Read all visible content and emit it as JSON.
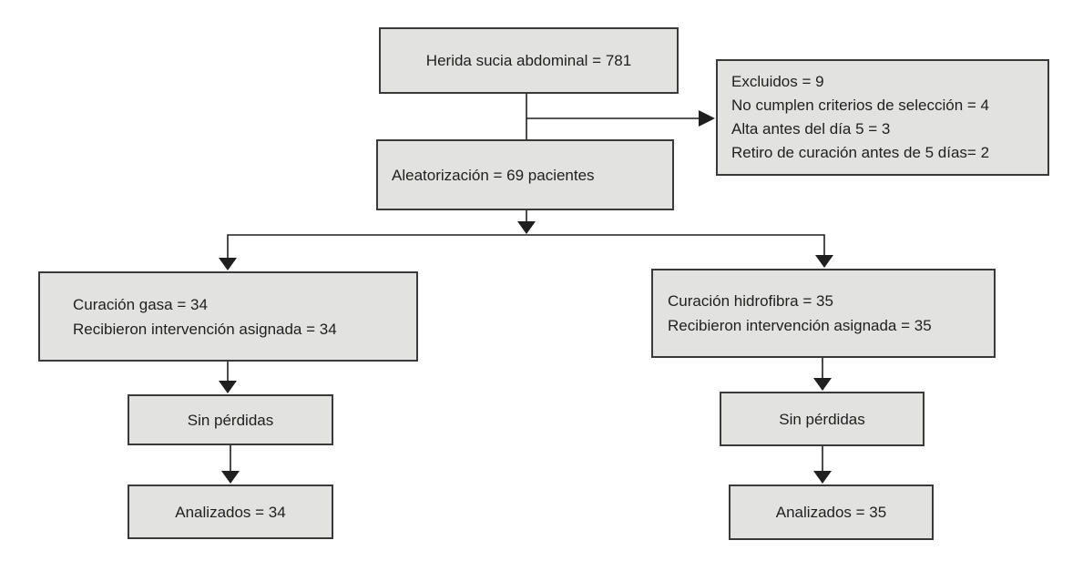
{
  "diagram": {
    "kind": "patient-flow-chart",
    "language": "es",
    "boxes": {
      "top": {
        "text": "Herida sucia abdominal = 781"
      },
      "excluded": {
        "lines": [
          "Excluidos = 9",
          "No cumplen criterios de selección = 4",
          "Alta antes del día 5 = 3",
          "Retiro de curación antes de 5 días= 2"
        ]
      },
      "randomization": {
        "text": "Aleatorización = 69 pacientes"
      },
      "gauze_arm": {
        "lines": [
          "Curación gasa = 34",
          "Recibieron intervención asignada = 34"
        ]
      },
      "hydrofiber_arm": {
        "lines": [
          "Curación hidrofibra = 35",
          "Recibieron intervención asignada = 35"
        ]
      },
      "gauze_no_losses": {
        "text": "Sin pérdidas"
      },
      "hydrofiber_no_losses": {
        "text": "Sin pérdidas"
      },
      "gauze_analyzed": {
        "text": "Analizados = 34"
      },
      "hydrofiber_analyzed": {
        "text": "Analizados = 35"
      }
    },
    "colors": {
      "background": "#ffffff",
      "box_fill": "#e2e2e1",
      "box_border": "#3a3a3a",
      "text": "#1f1f1f",
      "connector": "#1f1f1f"
    }
  }
}
